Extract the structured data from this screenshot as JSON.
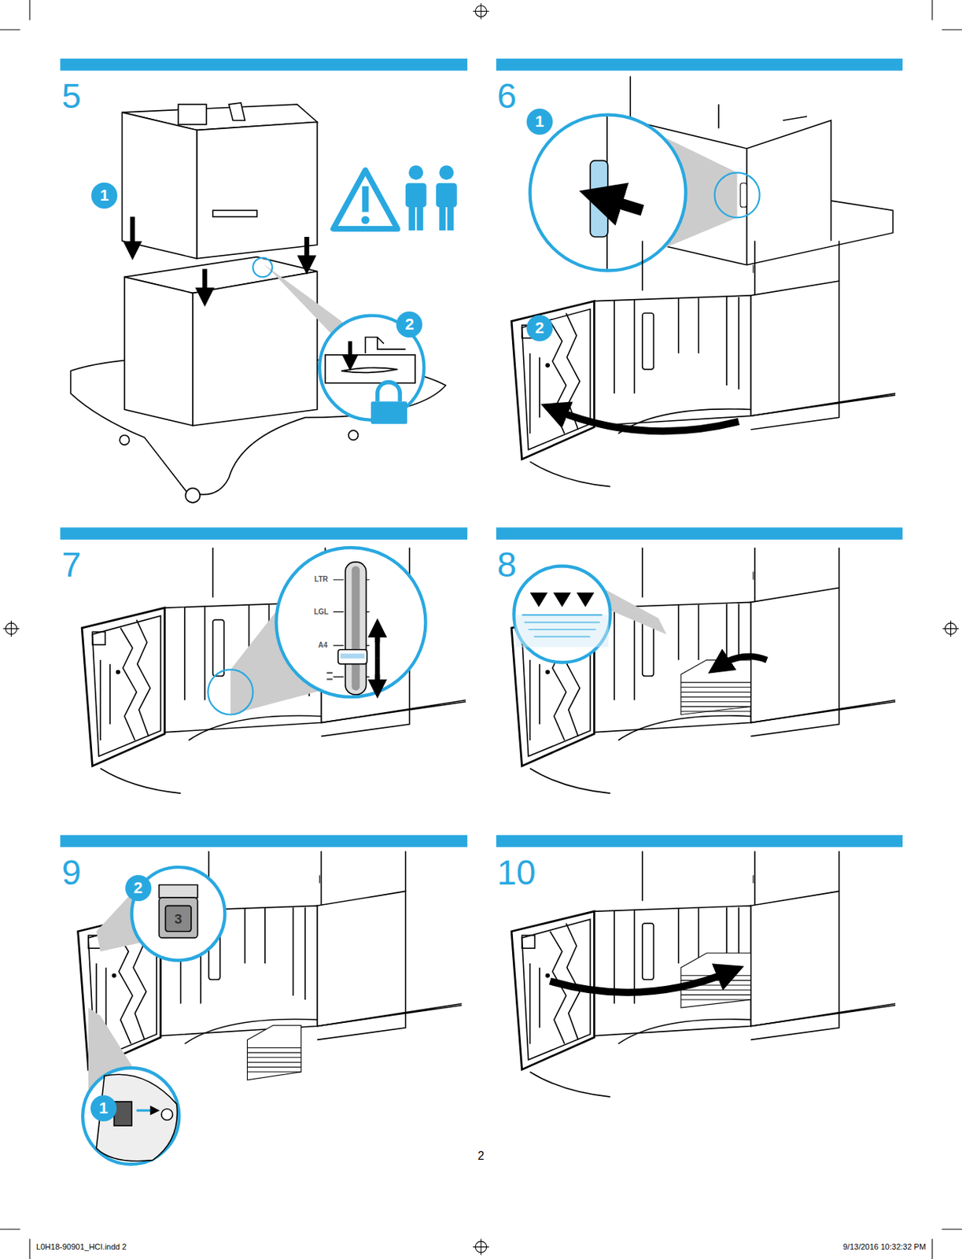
{
  "diagram": {
    "nodes": [
      {
        "text": [
          "1"
        ]
      },
      {
        "text": [
          "2"
        ]
      },
      {
        "text": [
          "1"
        ]
      },
      {
        "text": [
          "2"
        ]
      },
      {
        "text": [
          "2"
        ]
      },
      {
        "text": [
          "1"
        ]
      }
    ],
    "labels": [
      "5",
      "6",
      "7",
      "8",
      "9",
      "10",
      "LTR",
      "LGL",
      "A4",
      "3",
      "2",
      "L0H18-90901_HCI.indd 2",
      "9/13/2016 10:32:32 PM"
    ]
  }
}
